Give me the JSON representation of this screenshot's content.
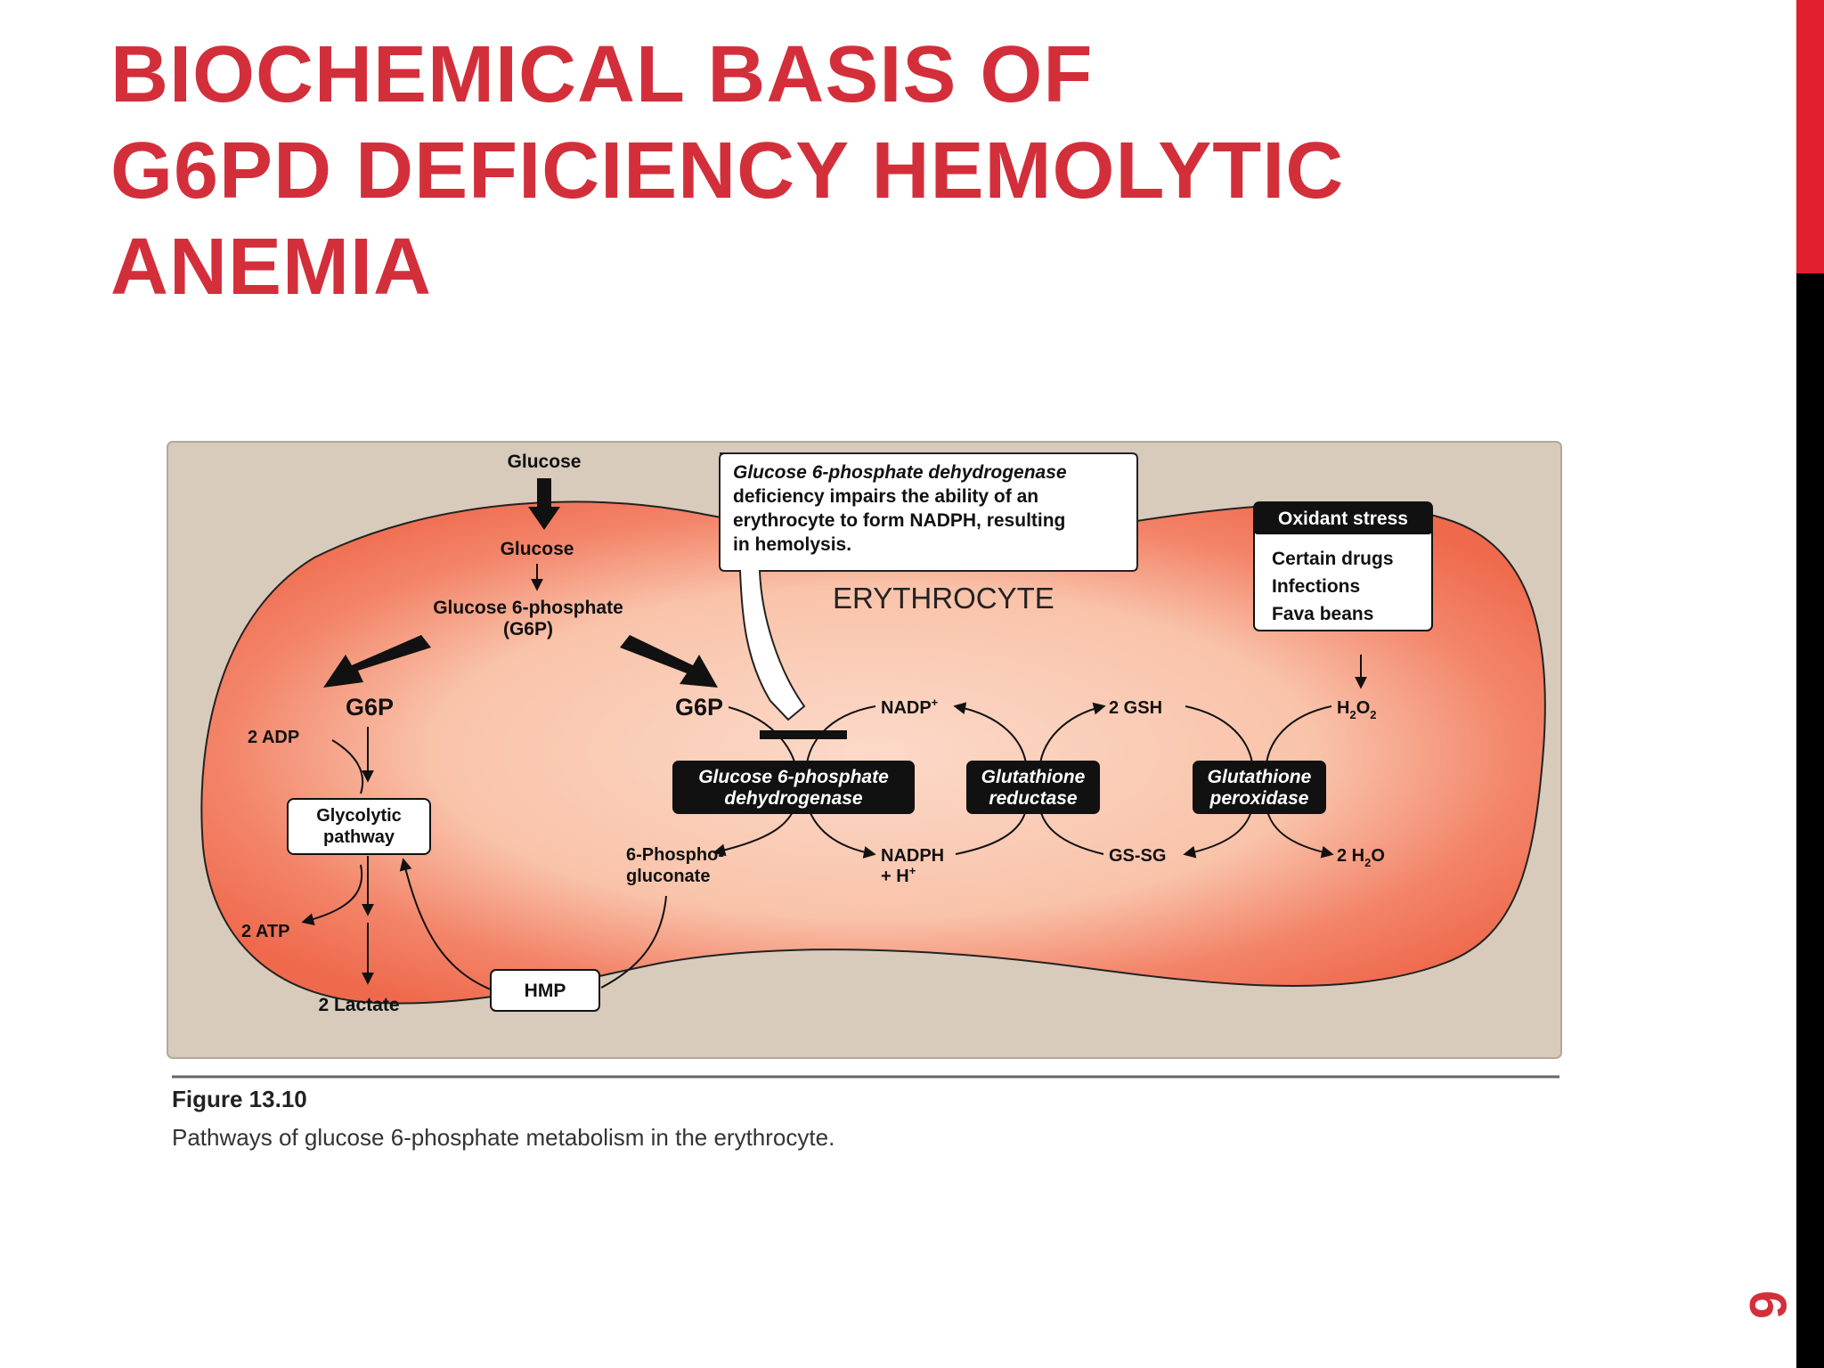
{
  "slide": {
    "title_lines": [
      "BIOCHEMICAL BASIS OF",
      "G6PD DEFICIENCY HEMOLYTIC",
      "ANEMIA"
    ],
    "page_number": "6"
  },
  "diagram": {
    "glucose_outside": "Glucose",
    "glucose_inside": "Glucose",
    "g6p_line1": "Glucose 6-phosphate",
    "g6p_line2": "(G6P)",
    "g6p_left": "G6P",
    "g6p_right": "G6P",
    "adp": "2 ADP",
    "glycolytic_line1": "Glycolytic",
    "glycolytic_line2": "pathway",
    "atp": "2 ATP",
    "lactate": "2 Lactate",
    "hmp": "HMP",
    "phosphogluconate_line1": "6-Phospho-",
    "phosphogluconate_line2": "gluconate",
    "callout_line1": "Glucose 6-phosphate dehydrogenase",
    "callout_line2": "deficiency impairs the ability of an",
    "callout_line3": "erythrocyte to form NADPH, resulting",
    "callout_line4": "in hemolysis.",
    "cell_label": "ERYTHROCYTE",
    "oxidant_header": "Oxidant stress",
    "oxidant_items": [
      "Certain drugs",
      "Infections",
      "Fava beans"
    ],
    "nadp_plus": "NADP",
    "nadph": "NADPH",
    "nadph_h": "+ H",
    "gsh": "2 GSH",
    "gssg": "GS-SG",
    "h2o2_h": "H",
    "h2o2_o": "O",
    "h2o_2": "2 H",
    "h2o_o": "O",
    "enzyme_g6pd_line1": "Glucose 6-phosphate",
    "enzyme_g6pd_line2": "dehydrogenase",
    "enzyme_gr_line1": "Glutathione",
    "enzyme_gr_line2": "reductase",
    "enzyme_gp_line1": "Glutathione",
    "enzyme_gp_line2": "peroxidase",
    "sub_2": "2",
    "sup_plus": "+"
  },
  "caption": {
    "label": "Figure 13.10",
    "text": "Pathways of glucose 6-phosphate metabolism in the erythrocyte."
  },
  "colors": {
    "title": "#d32f3b",
    "cell_fill": "#f27355",
    "background_panel": "#d8cbbc"
  }
}
